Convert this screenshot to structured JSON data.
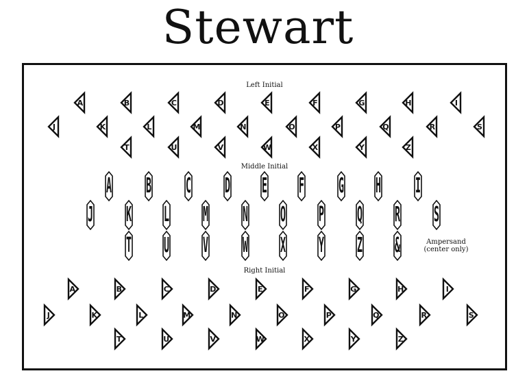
{
  "title": "Stewart",
  "sections": {
    "left": "Left Initial",
    "middle": "Middle Initial",
    "right": "Right Initial"
  },
  "ampersand_note": {
    "line1": "Ampersand",
    "line2": "(center only)"
  },
  "side_glyphs": {
    "row1": [
      "A",
      "B",
      "C",
      "D",
      "E",
      "F",
      "G",
      "H",
      "I"
    ],
    "row2": [
      "J",
      "K",
      "L",
      "M",
      "N",
      "O",
      "P",
      "Q",
      "R",
      "S"
    ],
    "row3": [
      "T",
      "U",
      "V",
      "W",
      "X",
      "Y",
      "Z"
    ]
  },
  "middle_glyphs": {
    "row1": [
      "A",
      "B",
      "C",
      "D",
      "E",
      "F",
      "G",
      "H",
      "I"
    ],
    "row2": [
      "J",
      "K",
      "L",
      "M",
      "N",
      "O",
      "P",
      "Q",
      "R",
      "S"
    ],
    "row3": [
      "T",
      "U",
      "V",
      "W",
      "X",
      "Y",
      "Z",
      "&"
    ]
  }
}
